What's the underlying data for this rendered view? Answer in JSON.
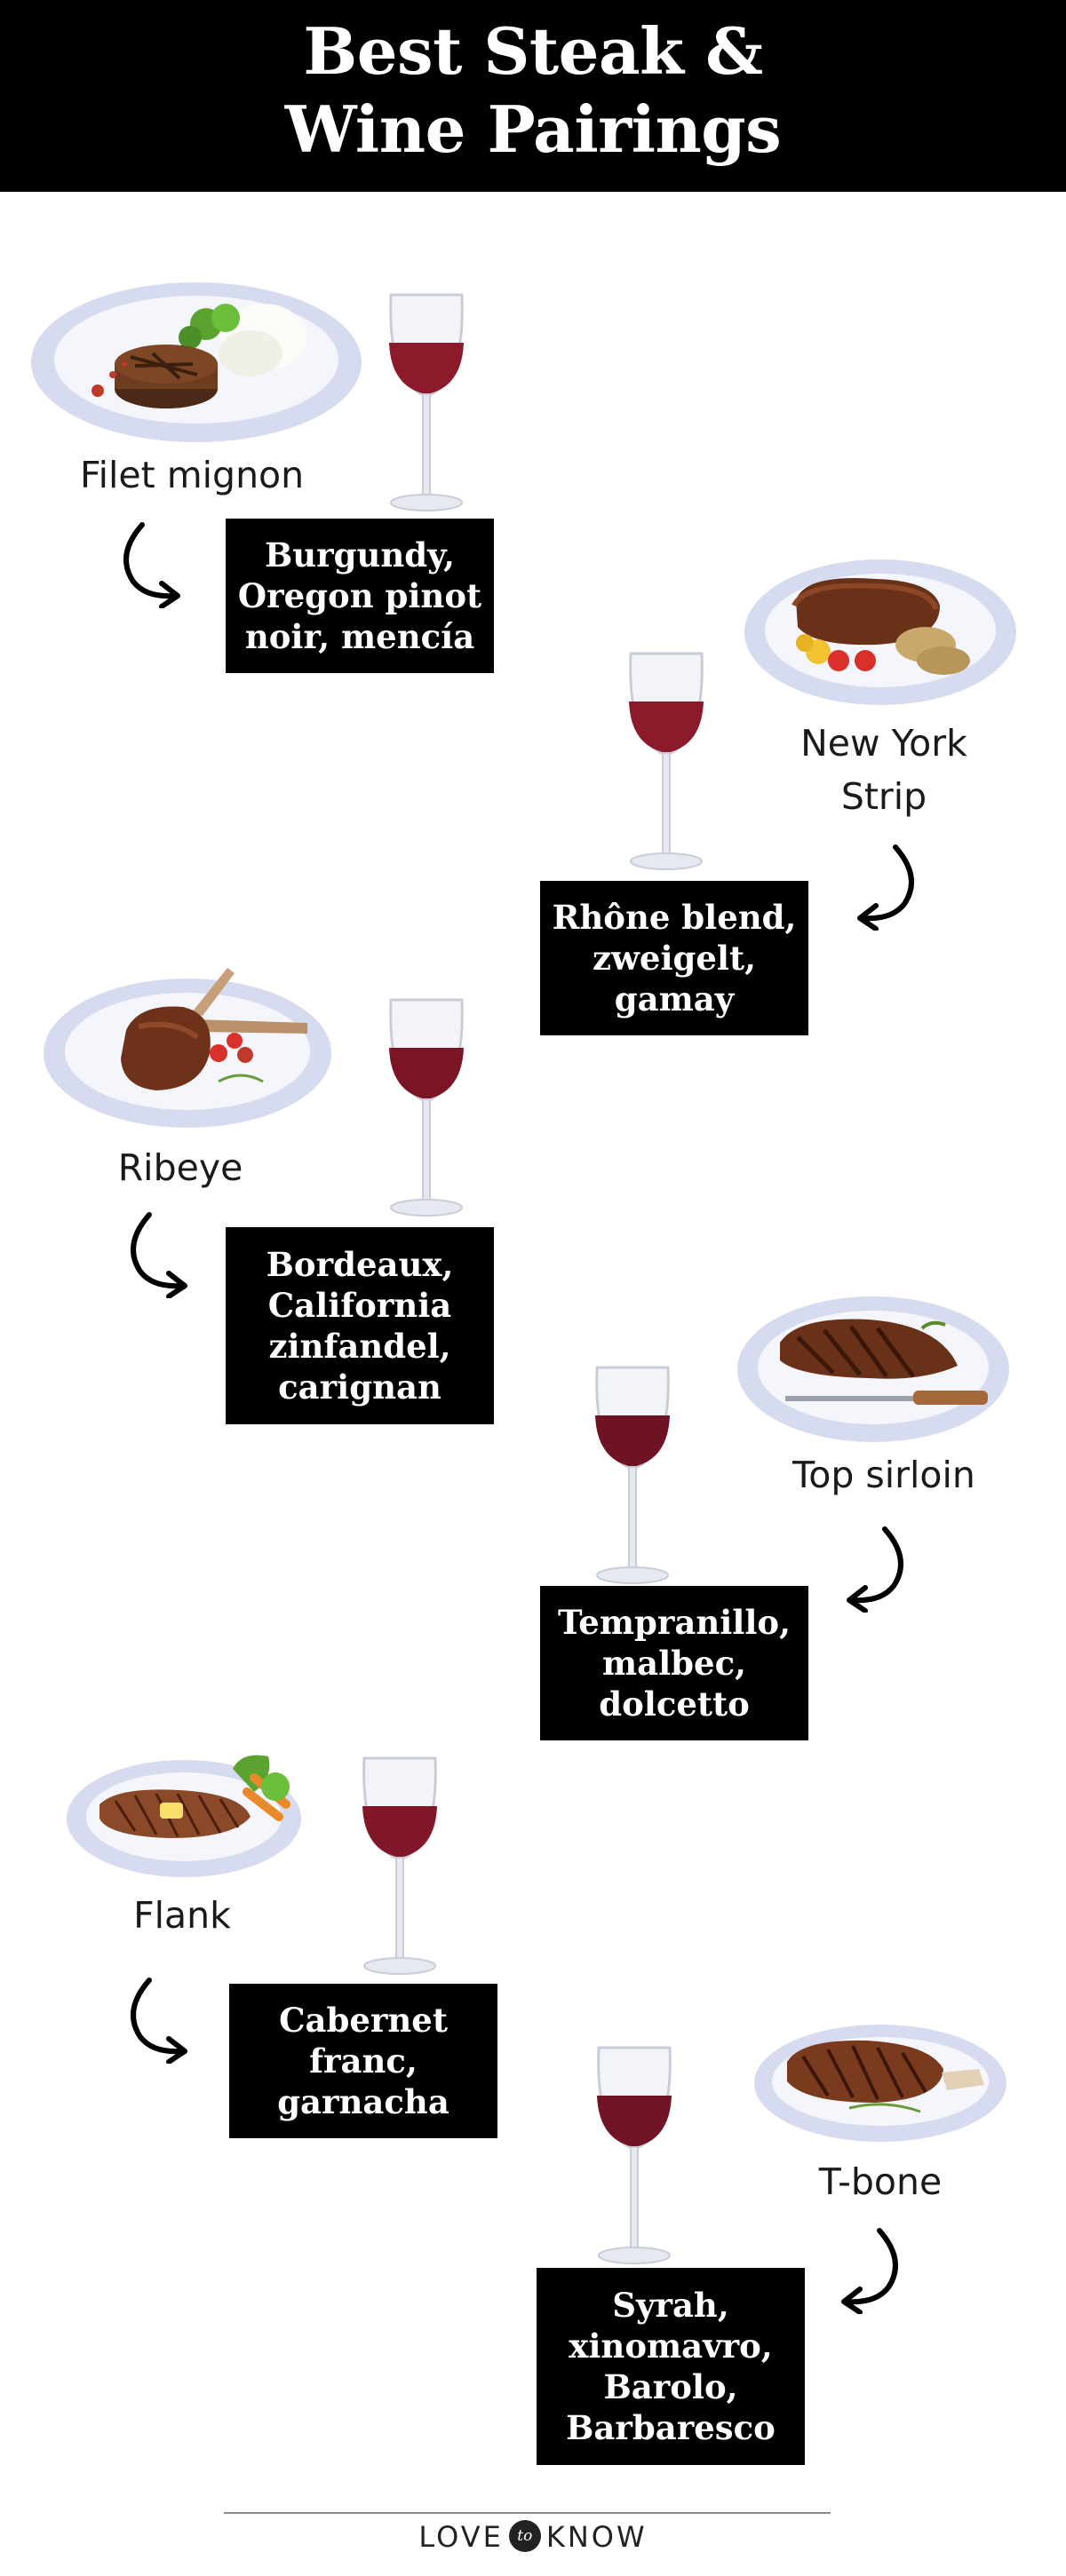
{
  "header": {
    "title_line1": "Best Steak &",
    "title_line2": "Wine Pairings"
  },
  "pairings": [
    {
      "steak": "Filet mignon",
      "wine_lines": [
        "Burgundy,",
        "Oregon pinot",
        "noir, mencía"
      ]
    },
    {
      "steak_lines": [
        "New York",
        "Strip"
      ],
      "wine_lines": [
        "Rhône blend,",
        "zweigelt,",
        "gamay"
      ]
    },
    {
      "steak": "Ribeye",
      "wine_lines": [
        "Bordeaux,",
        "California",
        "zinfandel,",
        "carignan"
      ]
    },
    {
      "steak": "Top sirloin",
      "wine_lines": [
        "Tempranillo,",
        "malbec,",
        "dolcetto"
      ]
    },
    {
      "steak": "Flank",
      "wine_lines": [
        "Cabernet",
        "franc,",
        "garnacha"
      ]
    },
    {
      "steak": "T-bone",
      "wine_lines": [
        "Syrah,",
        "xinomavro,",
        "Barolo,",
        "Barbaresco"
      ]
    }
  ],
  "footer": {
    "brand_left": "LOVE",
    "brand_mid": "to",
    "brand_right": "KNOW"
  },
  "colors": {
    "header_bg": "#000000",
    "box_bg": "#000000",
    "wine": "#8b1a2b",
    "plate": "#dfe3f3"
  }
}
